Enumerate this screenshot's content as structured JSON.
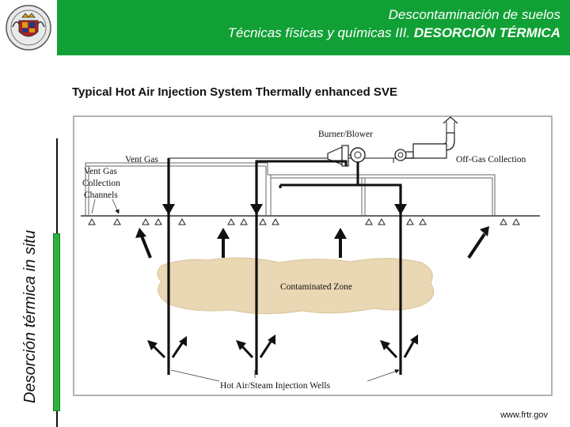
{
  "header": {
    "line1": "Descontaminación de suelos",
    "line2_normal": "Técnicas físicas y químicas III. ",
    "line2_bold": "DESORCIÓN TÉRMICA",
    "logo": "university-crest-icon",
    "bg_color": "#11a036"
  },
  "side_title": "Desorción térmica in situ",
  "slide_title": "Typical Hot Air Injection System Thermally enhanced SVE",
  "diagram": {
    "labels": {
      "burner": "Burner/Blower",
      "vent_gas": "Vent Gas",
      "offgas": "Off-Gas Collection",
      "vgc1": "Vent Gas",
      "vgc2": "Collection",
      "vgc3": "Channels",
      "contaminated": "Contaminated Zone",
      "wells": "Hot Air/Steam Injection Wells"
    }
  },
  "source": "www.frtr.gov"
}
